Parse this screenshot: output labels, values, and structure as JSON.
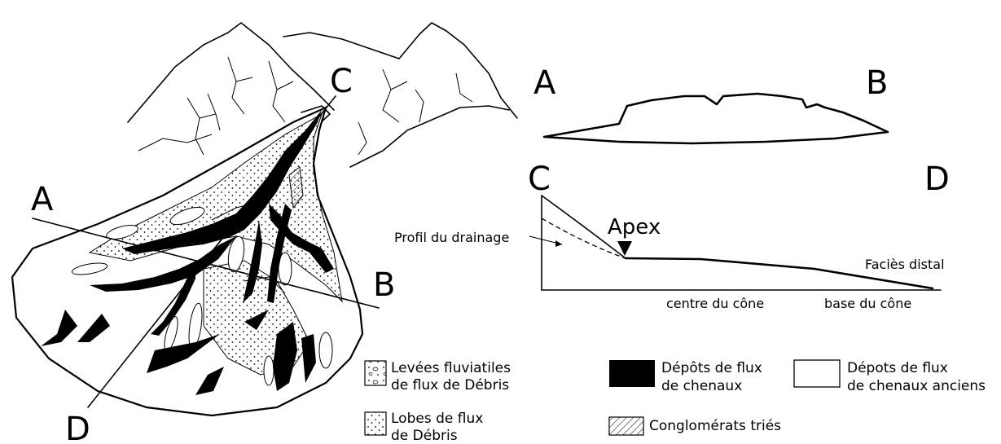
{
  "map": {
    "labels": {
      "a": "A",
      "b": "B",
      "c": "C",
      "d": "D"
    }
  },
  "profile_ab": {
    "label_left": "A",
    "label_right": "B"
  },
  "profile_cd": {
    "label_left": "C",
    "label_right": "D",
    "apex": "Apex",
    "drainage": "Profil du drainage",
    "distal": "Faciès distal",
    "center": "centre du cône",
    "base": "base du cône"
  },
  "legend": {
    "levees_line1": "Levées fluviatiles",
    "levees_line2": "de flux de Débris",
    "lobes_line1": "Lobes de flux",
    "lobes_line2": "de Débris",
    "channel_line1": "Dépôts de flux",
    "channel_line2": "de chenaux",
    "conglo": "Conglomérats triés",
    "old_line1": "Dépots de flux",
    "old_line2": "de chenaux anciens"
  },
  "colors": {
    "ink": "#000000",
    "paper": "#ffffff"
  }
}
